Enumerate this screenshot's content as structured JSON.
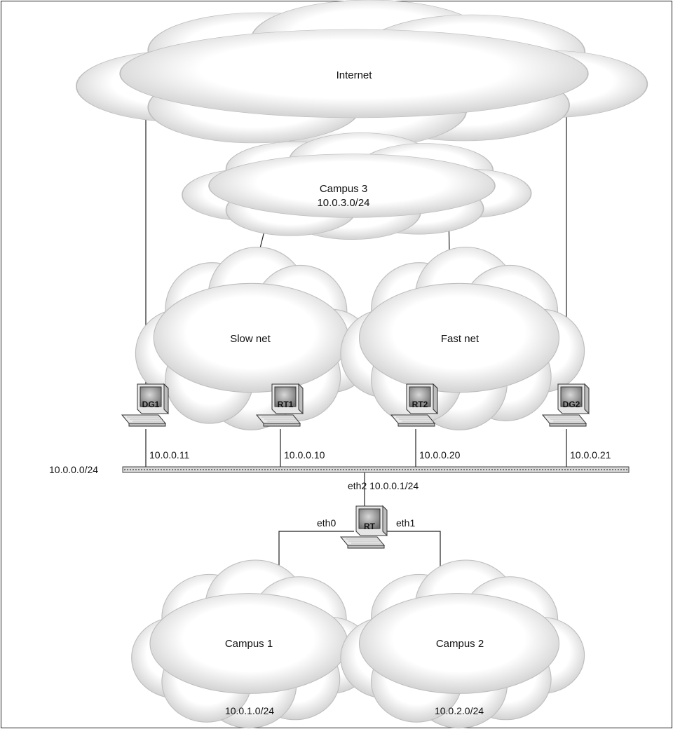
{
  "clouds": {
    "internet": {
      "label": "Internet"
    },
    "campus3": {
      "label": "Campus 3",
      "subnet": "10.0.3.0/24"
    },
    "slow_net": {
      "label": "Slow net"
    },
    "fast_net": {
      "label": "Fast net"
    },
    "campus1": {
      "label": "Campus 1",
      "subnet": "10.0.1.0/24"
    },
    "campus2": {
      "label": "Campus 2",
      "subnet": "10.0.2.0/24"
    }
  },
  "hosts": {
    "dg1": {
      "name": "DG1",
      "ip": "10.0.0.11"
    },
    "rt1": {
      "name": "RT1",
      "ip": "10.0.0.10"
    },
    "rt2": {
      "name": "RT2",
      "ip": "10.0.0.20"
    },
    "dg2": {
      "name": "DG2",
      "ip": "10.0.0.21"
    },
    "rt": {
      "name": "RT",
      "eth2": "eth2 10.0.0.1/24",
      "eth0": "eth0",
      "eth1": "eth1"
    }
  },
  "lan": {
    "subnet": "10.0.0.0/24"
  },
  "colors": {
    "cloud_fill": "#f2f2f2",
    "cloud_shade": "#cfcfcf",
    "line": "#222222",
    "screen": "#8c8c8c"
  },
  "icons": {
    "host": "computer-workstation-icon",
    "network": "cloud-icon"
  }
}
